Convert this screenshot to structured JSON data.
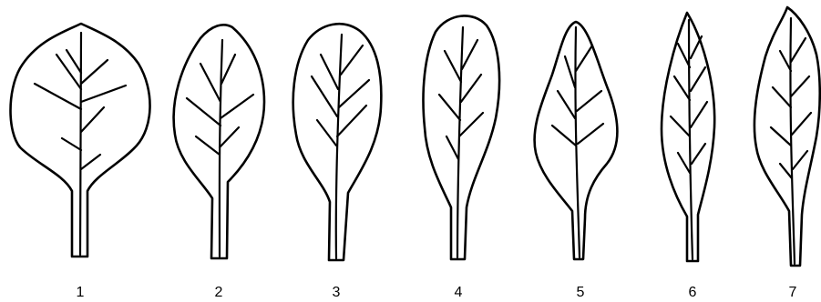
{
  "figure": {
    "leaves": [
      {
        "label": "1",
        "shape": "orbicular"
      },
      {
        "label": "2",
        "shape": "ovate"
      },
      {
        "label": "3",
        "shape": "obovate"
      },
      {
        "label": "4",
        "shape": "spatulate"
      },
      {
        "label": "5",
        "shape": "rhomboid"
      },
      {
        "label": "6",
        "shape": "lanceolate"
      },
      {
        "label": "7",
        "shape": "acuminate-lanceolate"
      }
    ],
    "colors": {
      "line": "#000000",
      "background": "#ffffff"
    }
  }
}
